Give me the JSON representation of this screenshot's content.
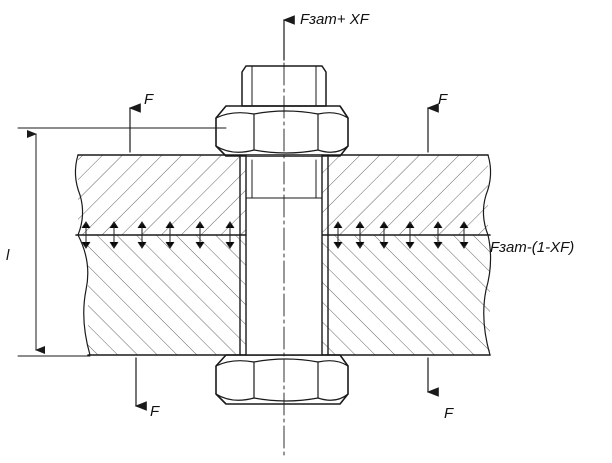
{
  "labels": {
    "top_force": "Fзат+ ХF",
    "right_force": "Fзат-(1-ХF)",
    "length": "l",
    "f_top_left": "F",
    "f_top_right": "F",
    "f_bottom_left": "F",
    "f_bottom_right": "F"
  }
}
